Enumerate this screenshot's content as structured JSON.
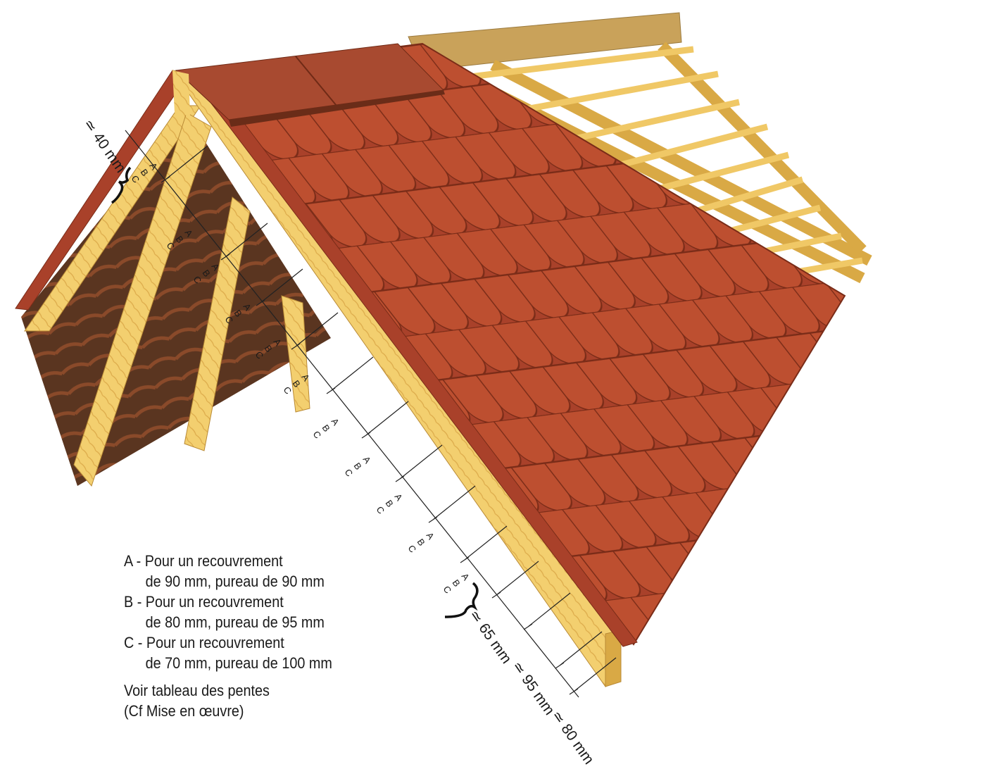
{
  "abc_letters": [
    "A",
    "B",
    "C"
  ],
  "dimensions": {
    "top": "≃ 40 mm",
    "first": "≃ 65 mm",
    "middle": "≃ 95 mm",
    "last": "≃ 80 mm"
  },
  "legend": {
    "a_title": "A - Pour un recouvrement",
    "a_detail": "de 90 mm, pureau de 90 mm",
    "b_title": "B - Pour un recouvrement",
    "b_detail": "de 80 mm, pureau de 95 mm",
    "c_title": "C - Pour un recouvrement",
    "c_detail": "de 70 mm, pureau de 100 mm",
    "note_1": "Voir tableau des pentes",
    "note_2": "(Cf Mise en œuvre)"
  },
  "colors": {
    "tile": "#b4492c",
    "tile_shadow": "#7e2e1a",
    "wood": "#f3cf6f",
    "wood_dark": "#d9a945",
    "interior": "#5a3520"
  }
}
